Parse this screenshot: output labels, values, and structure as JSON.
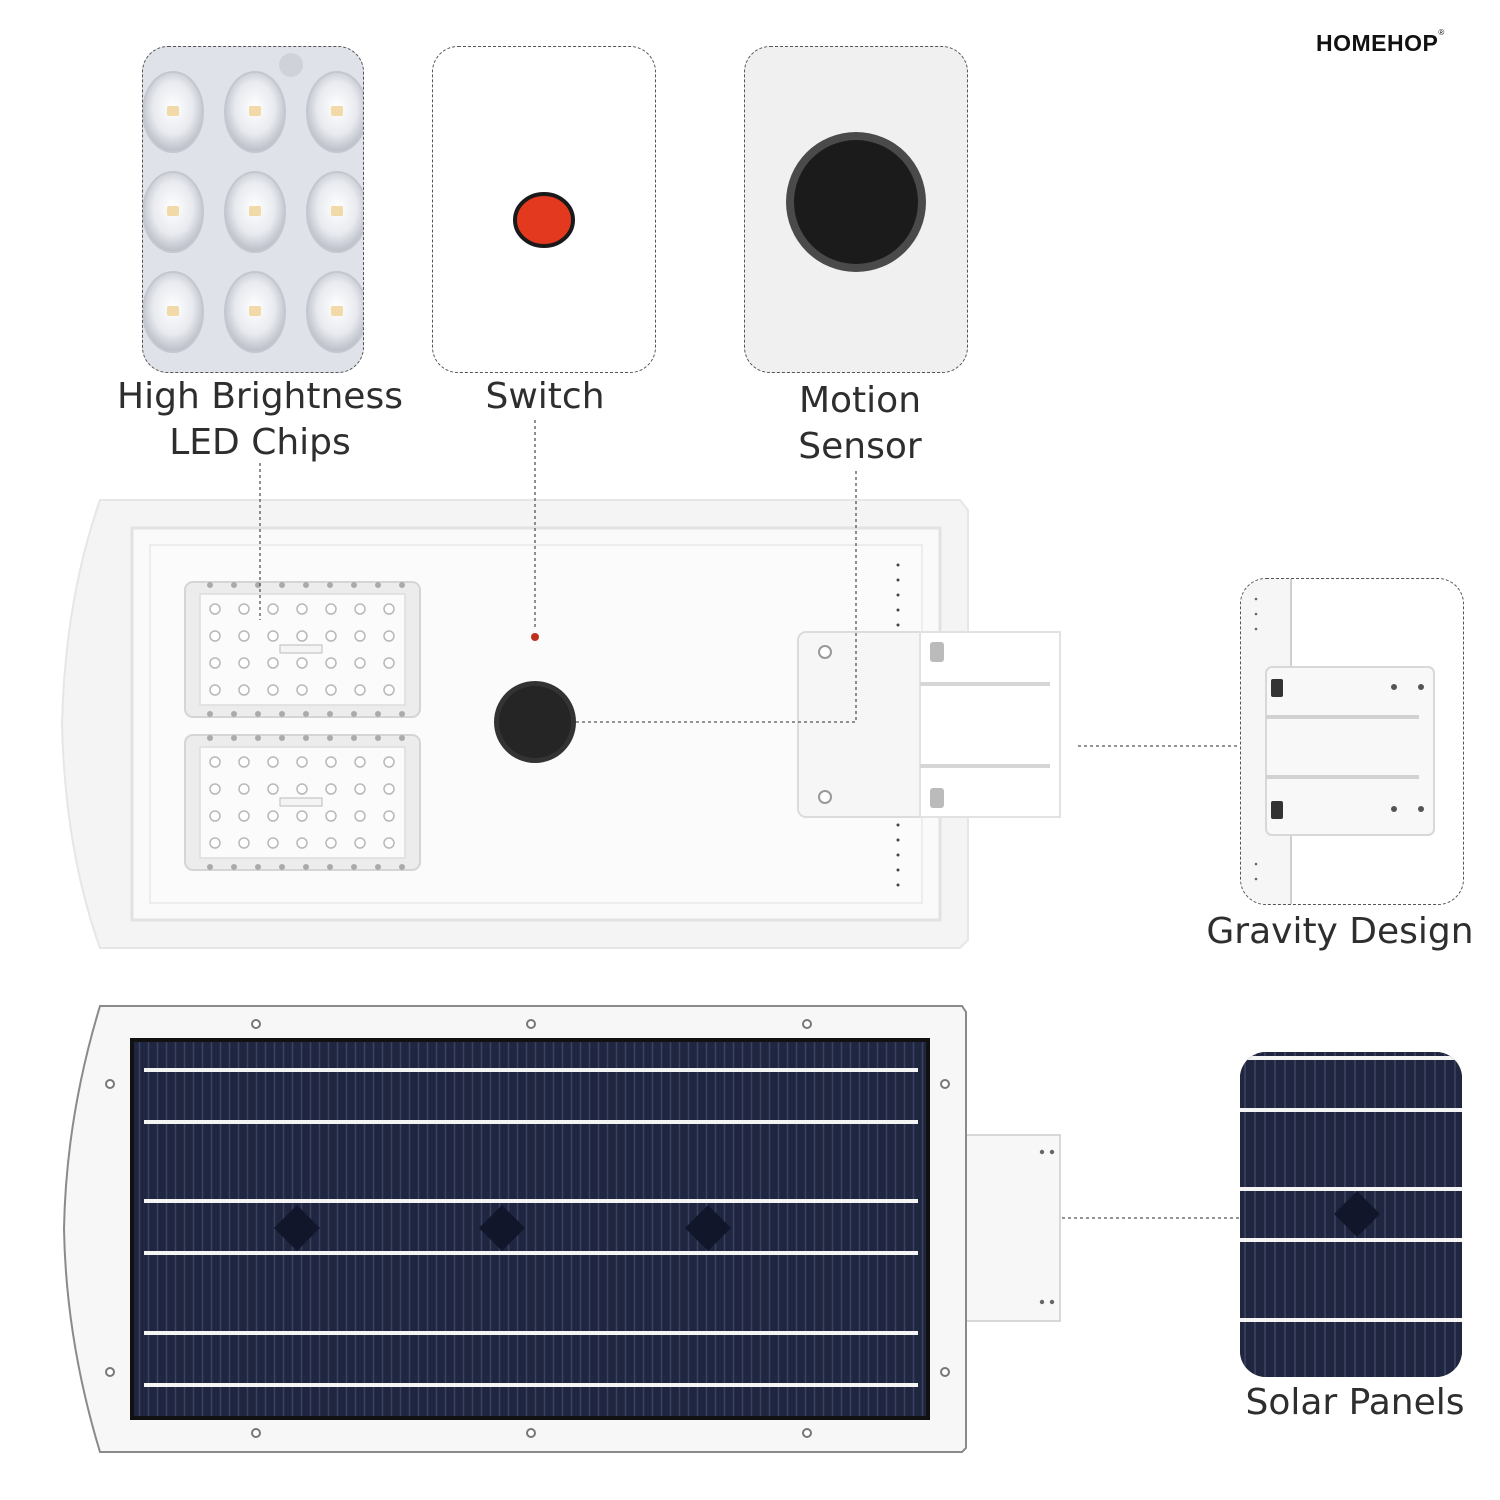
{
  "brand": {
    "name": "HOMEHOP",
    "mark": "®"
  },
  "labels": {
    "led": [
      "High Brightness",
      "LED Chips"
    ],
    "switch": "Switch",
    "motion": [
      "Motion",
      "Sensor"
    ],
    "gravity": "Gravity Design",
    "solar": "Solar Panels"
  },
  "colors": {
    "switch_red": "#e3391f",
    "sensor_black": "#1b1b1b",
    "panel_navy": "#1f2540",
    "housing": "#f3f3f3",
    "housing_edge": "#e4e4e4"
  },
  "icons": {
    "switch": "red-dot-icon",
    "sensor": "black-circle-icon"
  }
}
